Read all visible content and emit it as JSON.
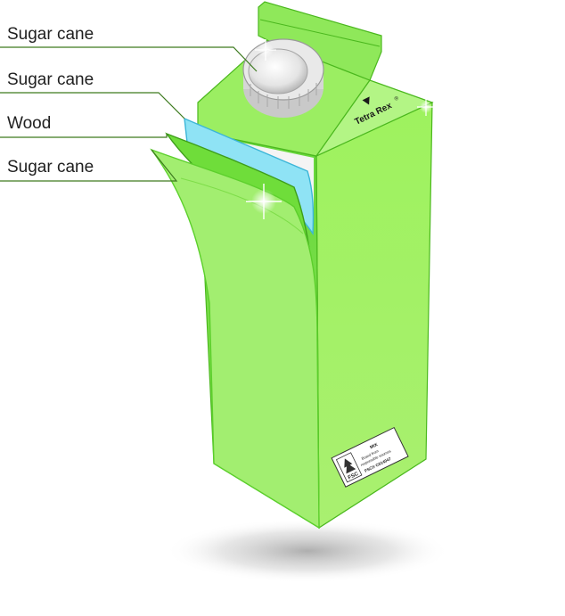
{
  "callouts": [
    {
      "label": "Sugar cane"
    },
    {
      "label": "Sugar cane"
    },
    {
      "label": "Wood"
    },
    {
      "label": "Sugar cane"
    }
  ],
  "brand": {
    "name": "Tetra Rex",
    "mark": "®"
  },
  "fsc": {
    "acronym": "FSC",
    "mix": "MIX",
    "line1": "Board from",
    "line2": "responsible sources",
    "code": "FSC® C014047"
  },
  "colors": {
    "green_light": "#a6f26a",
    "green_mid": "#8ee84f",
    "green_dark": "#5ccf2c",
    "blue_layer": "#8fe3f5",
    "leader_line": "#3d7a1f"
  }
}
